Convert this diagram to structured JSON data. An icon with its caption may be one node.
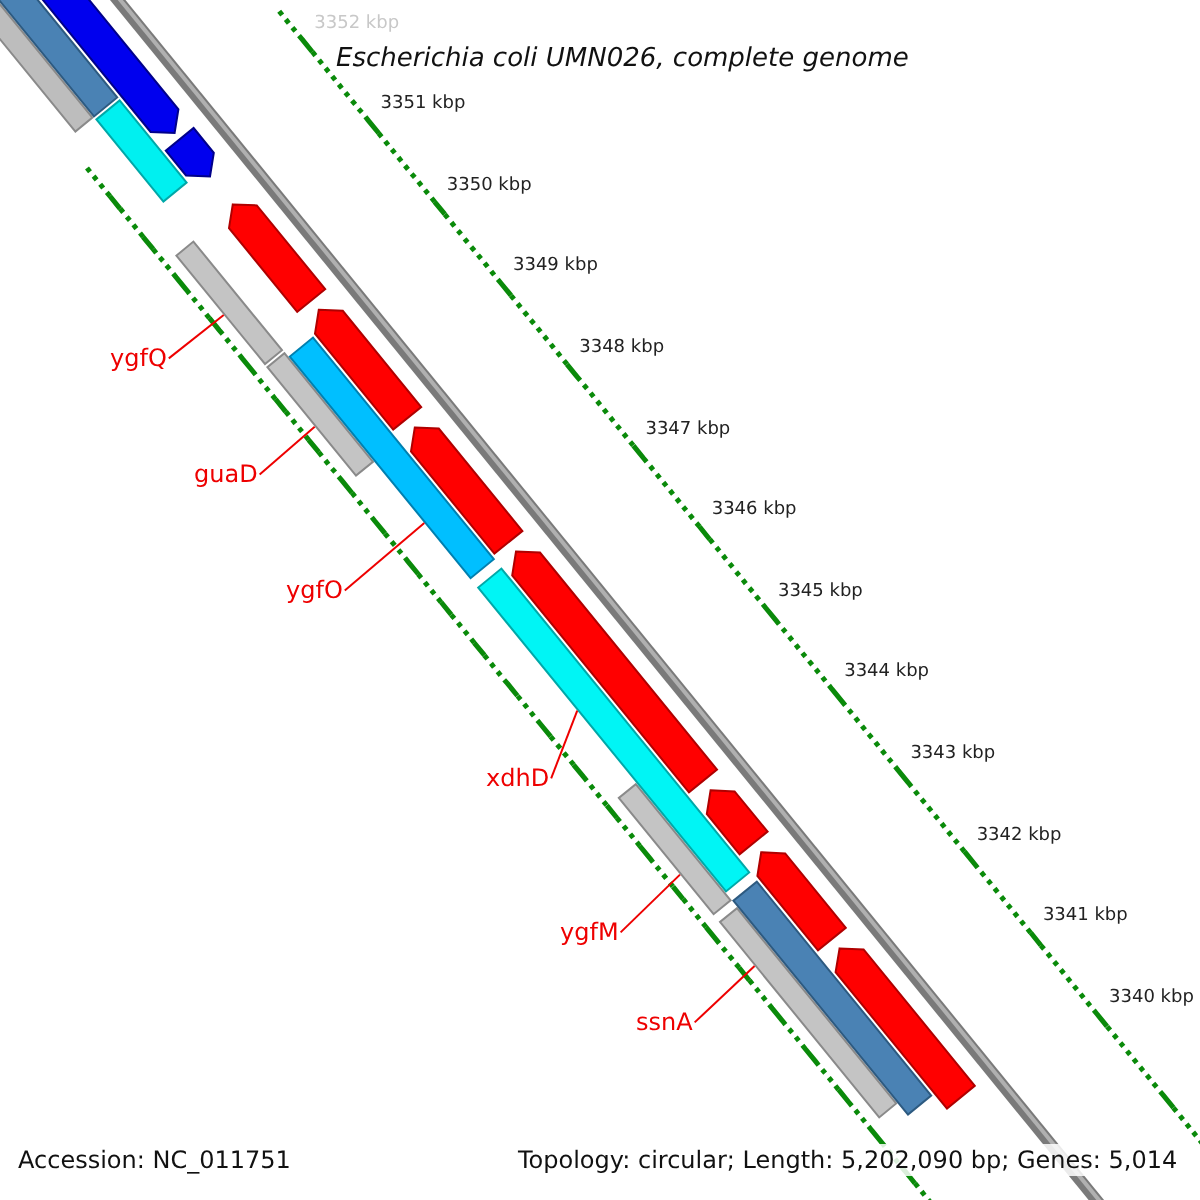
{
  "diagram": {
    "title": "Escherichia coli UMN026, complete genome",
    "nodes": [
      {
        "text": [
          "ygfQ"
        ]
      },
      {
        "text": [
          "guaD"
        ]
      },
      {
        "text": [
          "ygfO"
        ]
      },
      {
        "text": [
          "xdhD"
        ]
      },
      {
        "text": [
          "ygfM"
        ]
      },
      {
        "text": [
          "ssnA"
        ]
      },
      {
        "text": [],
        "shape": "bar"
      },
      {
        "text": [],
        "shape": "bar"
      },
      {
        "text": [],
        "shape": "bar"
      },
      {
        "text": [],
        "shape": "bar"
      },
      {
        "text": [],
        "shape": "bar"
      },
      {
        "text": [],
        "shape": "bar"
      },
      {
        "text": [],
        "shape": "arrow"
      }
    ],
    "edges": [
      {
        "from": 0,
        "to": 6,
        "arrow": "none"
      },
      {
        "from": 1,
        "to": 7,
        "arrow": "none"
      },
      {
        "from": 2,
        "to": 8,
        "arrow": "none"
      },
      {
        "from": 3,
        "to": 9,
        "arrow": "none"
      },
      {
        "from": 4,
        "to": 10,
        "arrow": "none"
      },
      {
        "from": 5,
        "to": 11,
        "arrow": "none"
      }
    ],
    "labels": [
      "3352 kbp",
      "3351 kbp",
      "3350 kbp",
      "3349 kbp",
      "3348 kbp",
      "3347 kbp",
      "3346 kbp",
      "3345 kbp",
      "3344 kbp",
      "3343 kbp",
      "3342 kbp",
      "3341 kbp",
      "3340 kbp",
      "Accession: NC_011751",
      "Topology: circular; Length: 5,202,090 bp; Genes: 5,014"
    ]
  }
}
